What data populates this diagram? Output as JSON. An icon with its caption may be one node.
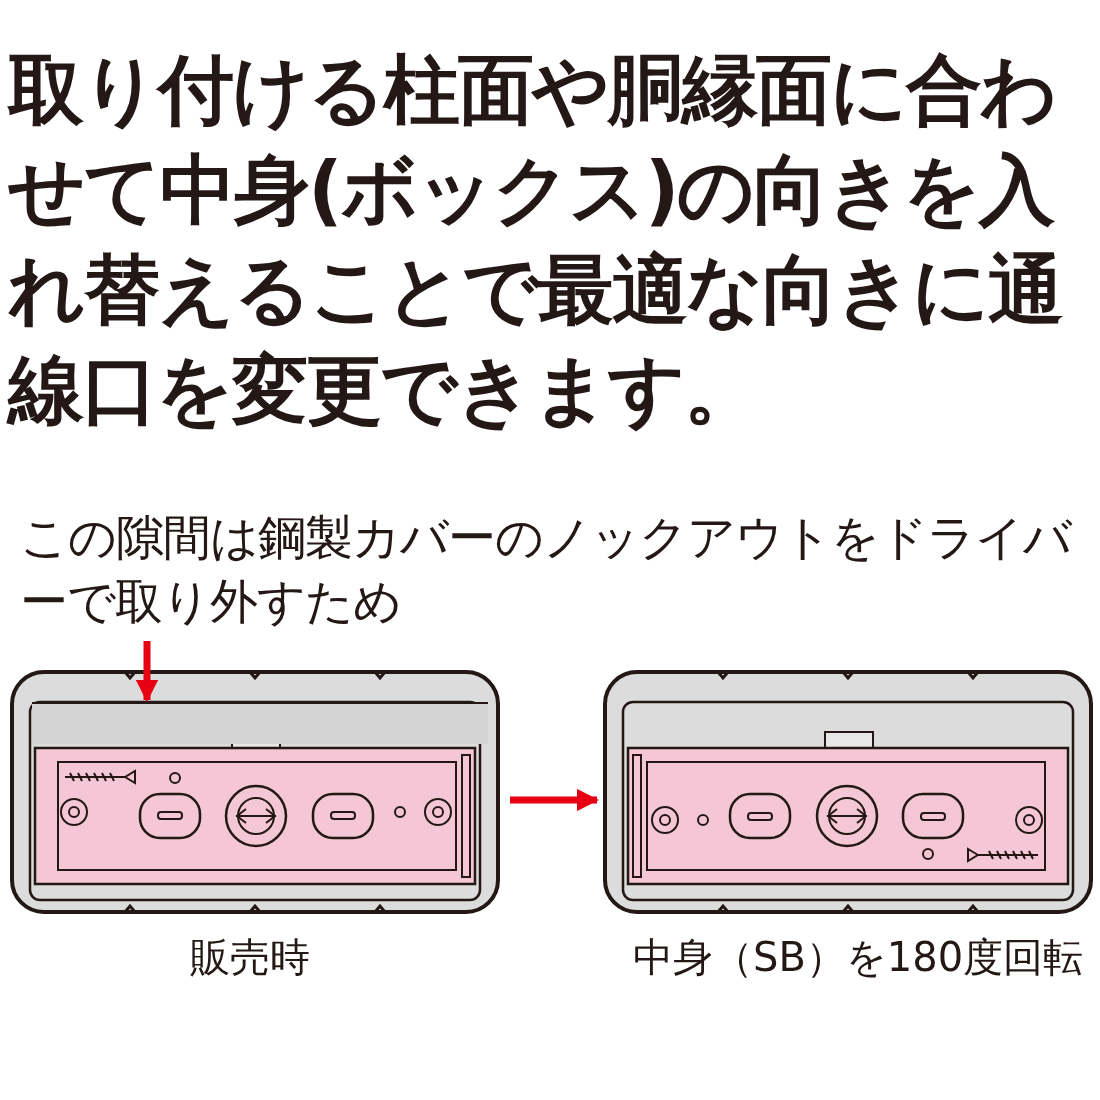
{
  "diagram": {
    "title": "取り付ける柱面や胴縁面に合わせて中身(ボックス)の向きを入れ替えることで最適な向きに通線口を変更できます。",
    "nodes": [
      {
        "text": [
          "この隙間は鋼製カバーのノックアウトをドライバーで取り外すため"
        ]
      },
      {
        "text": [],
        "shape": "picture",
        "beside": [
          "販売時"
        ]
      },
      {
        "text": [],
        "shape": "box",
        "in": 1
      },
      {
        "text": [],
        "shape": "picture",
        "beside": [
          "中身（SB）を180度回転"
        ]
      }
    ],
    "edges": [
      {
        "from": 0,
        "to": 2,
        "arrow": "to"
      },
      {
        "from": 1,
        "to": 3,
        "arrow": "to"
      }
    ]
  }
}
